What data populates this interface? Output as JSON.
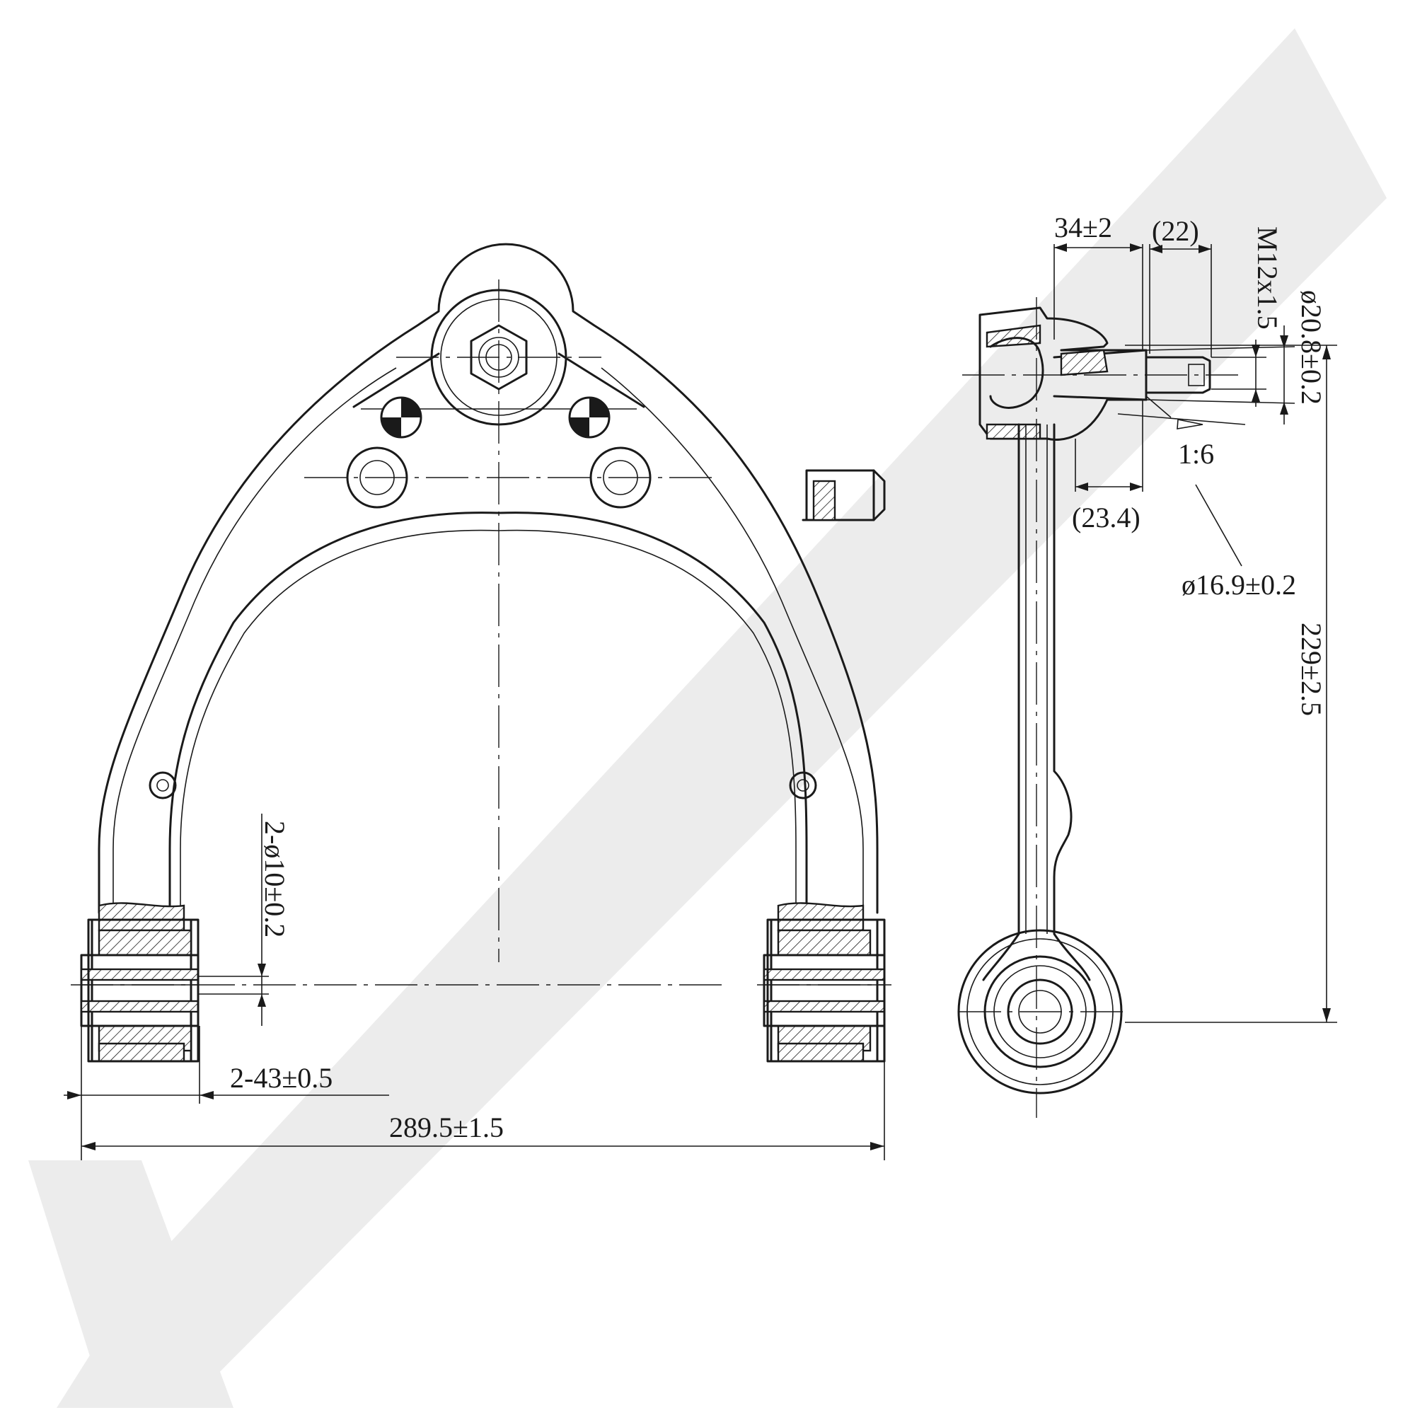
{
  "watermark": {
    "color": "#ececec"
  },
  "dimensions": {
    "overall_width": "289.5±1.5",
    "bushing_width": "2-43±0.5",
    "bushing_bore": "2-ø10±0.2",
    "ball_joint_height": "34±2",
    "thread_length": "(22)",
    "thread_spec": "M12x1.5",
    "stud_diameter": "ø20.8±0.2",
    "taper": "1:6",
    "taper_length": "(23.4)",
    "taper_diameter": "ø16.9±0.2",
    "arm_length": "229±2.5"
  }
}
